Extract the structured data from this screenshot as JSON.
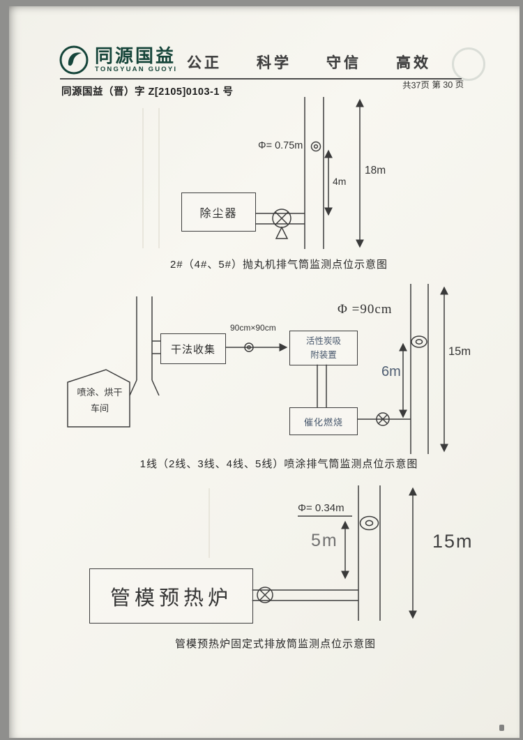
{
  "page": {
    "pagination": "共37页  第 30 页",
    "doc_number": "同源国益（晋）字 Z[2105]0103-1 号"
  },
  "header": {
    "logo_name": "同源国益",
    "logo_sub": "TONGYUAN GUOYI",
    "slogan_words": [
      "公正",
      "科学",
      "守信",
      "高效"
    ],
    "brand_color": "#16453a"
  },
  "diagram_shot_blasting": {
    "caption": "2#（4#、5#）抛丸机排气筒监测点位示意图",
    "port_diameter": "Φ= 0.75m",
    "stack_height": "18m",
    "port_height": "4m",
    "equipment": "除尘器"
  },
  "diagram_spray": {
    "caption": "1线（2线、3线、4线、5线）喷涂排气筒监测点位示意图",
    "duct_size": "90cm×90cm",
    "port_diameter": "Φ =90cm",
    "stack_height": "15m",
    "port_height": "6m",
    "box_dry_collection": "干法收集",
    "box_carbon_line1": "活性炭吸",
    "box_carbon_line2": "附装置",
    "box_catalytic": "催化燃烧",
    "workshop_line1": "喷涂、烘干",
    "workshop_line2": "车间"
  },
  "diagram_furnace": {
    "caption": "管模预热炉固定式排放筒监测点位示意图",
    "port_diameter": "Φ= 0.34m",
    "stack_height": "15m",
    "port_height": "5m",
    "equipment": "管模预热炉"
  }
}
